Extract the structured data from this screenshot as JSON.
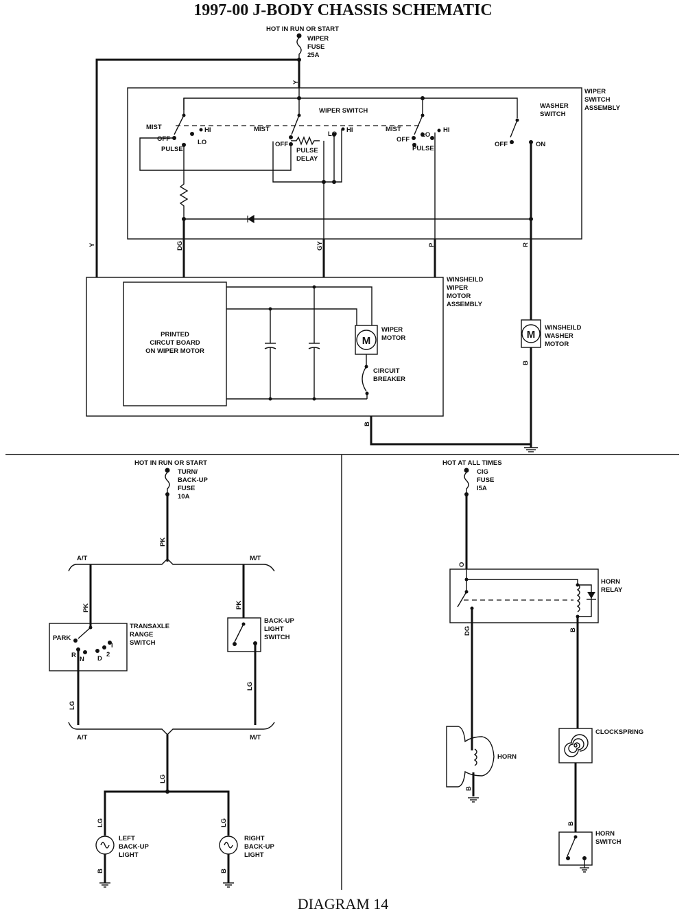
{
  "title": "1997-00 J-BODY CHASSIS SCHEMATIC",
  "footer": "DIAGRAM 14",
  "wiper_circuit": {
    "power": "HOT IN RUN OR START",
    "fuse": [
      "WIPER",
      "FUSE",
      "25A"
    ],
    "switch_assembly": [
      "WIPER",
      "SWITCH",
      "ASSEMBLY"
    ],
    "wiper_switch": "WIPER SWITCH",
    "washer_switch": [
      "WASHER",
      "SWITCH"
    ],
    "positions": {
      "mist": "MIST",
      "off": "OFF",
      "hi": "HI",
      "lo": "LO",
      "pulse": "PULSE",
      "delay": "DELAY",
      "on": "ON"
    },
    "motor_assembly": [
      "WINSHEILD",
      "WIPER",
      "MOTOR",
      "ASSEMBLY"
    ],
    "pcb": [
      "PRINTED",
      "CIRCUT BOARD",
      "ON WIPER MOTOR"
    ],
    "wiper_motor": [
      "WIPER",
      "MOTOR"
    ],
    "circuit_breaker": [
      "CIRCUIT",
      "BREAKER"
    ],
    "washer_motor": [
      "WINSHEILD",
      "WASHER",
      "MOTOR"
    ],
    "motor_symbol": "M",
    "wires": {
      "y": "Y",
      "dg": "DG",
      "gy": "GY",
      "p": "P",
      "r": "R",
      "b": "B"
    }
  },
  "backup_circuit": {
    "power": "HOT IN RUN OR START",
    "fuse": [
      "TURN/",
      "BACK-UP",
      "FUSE",
      "10A"
    ],
    "at": "A/T",
    "mt": "M/T",
    "transaxle_switch": [
      "TRANSAXLE",
      "RANGE",
      "SWITCH"
    ],
    "positions": {
      "park": "PARK",
      "r": "R",
      "n": "N",
      "d": "D",
      "two": "2",
      "one": "I"
    },
    "backup_switch": [
      "BACK-UP",
      "LIGHT",
      "SWITCH"
    ],
    "left_light": [
      "LEFT",
      "BACK-UP",
      "LIGHT"
    ],
    "right_light": [
      "RIGHT",
      "BACK-UP",
      "LIGHT"
    ],
    "wires": {
      "pk": "PK",
      "lg": "LG",
      "b": "B"
    }
  },
  "horn_circuit": {
    "power": "HOT AT ALL TIMES",
    "fuse": [
      "CIG",
      "FUSE",
      "I5A"
    ],
    "relay": [
      "HORN",
      "RELAY"
    ],
    "horn": "HORN",
    "clockspring": "CLOCKSPRING",
    "horn_switch": [
      "HORN",
      "SWITCH"
    ],
    "wires": {
      "o": "O",
      "dg": "DG",
      "b": "B"
    }
  }
}
